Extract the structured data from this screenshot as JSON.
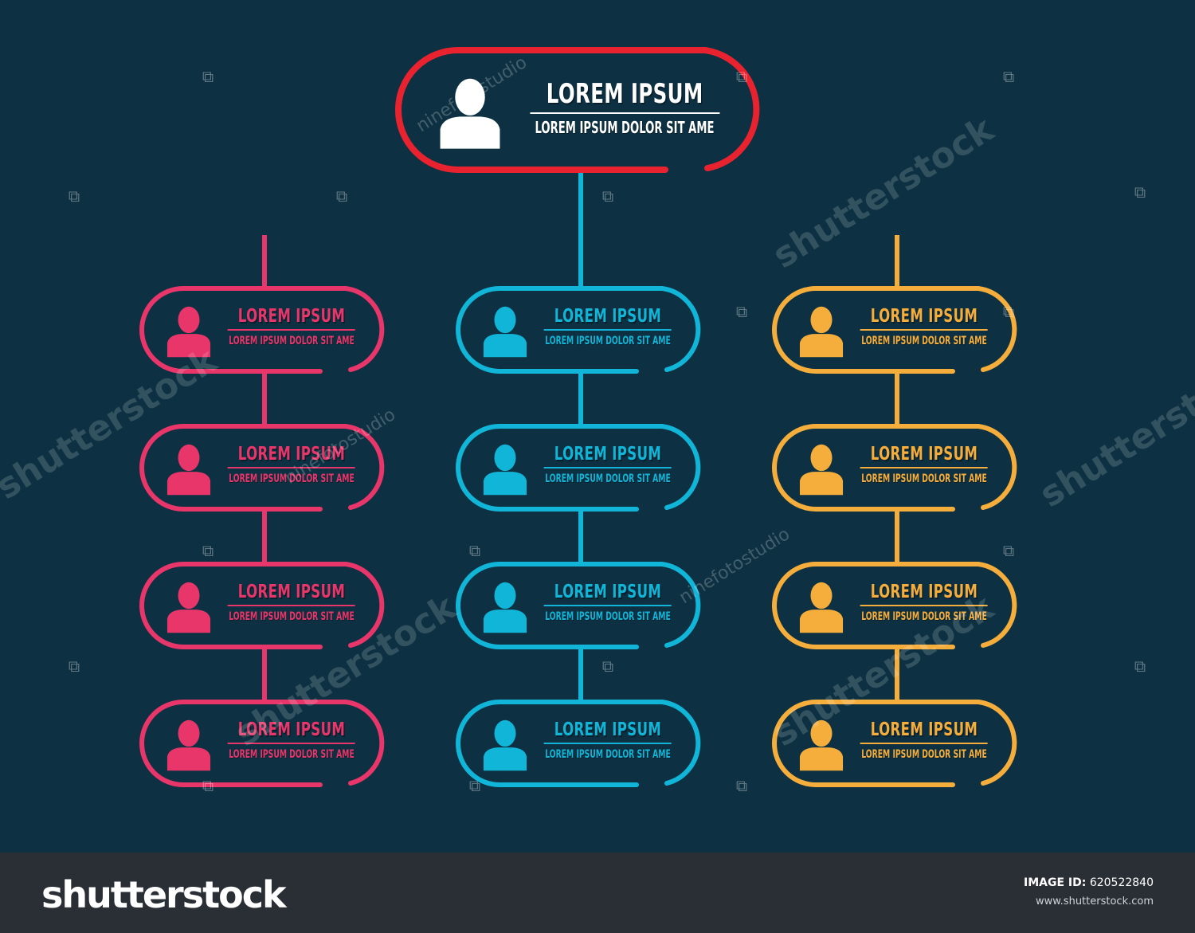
{
  "colors": {
    "background": "#0d3142",
    "root": "#e8232f",
    "pink": "#e8356a",
    "blue": "#10b5d8",
    "orange": "#f5ad3c",
    "footer": "#2a2f36"
  },
  "root": {
    "title": "LOREM IPSUM",
    "subtitle": "LOREM IPSUM DOLOR SIT AME",
    "icon": "person-icon"
  },
  "columns": [
    {
      "color": "pink",
      "nodes": [
        {
          "title": "LOREM IPSUM",
          "subtitle": "LOREM IPSUM DOLOR SIT AME"
        },
        {
          "title": "LOREM IPSUM",
          "subtitle": "LOREM IPSUM DOLOR SIT AME"
        },
        {
          "title": "LOREM IPSUM",
          "subtitle": "LOREM IPSUM DOLOR SIT AME"
        },
        {
          "title": "LOREM IPSUM",
          "subtitle": "LOREM IPSUM DOLOR SIT AME"
        }
      ]
    },
    {
      "color": "blue",
      "nodes": [
        {
          "title": "LOREM IPSUM",
          "subtitle": "LOREM IPSUM DOLOR SIT AME"
        },
        {
          "title": "LOREM IPSUM",
          "subtitle": "LOREM IPSUM DOLOR SIT AME"
        },
        {
          "title": "LOREM IPSUM",
          "subtitle": "LOREM IPSUM DOLOR SIT AME"
        },
        {
          "title": "LOREM IPSUM",
          "subtitle": "LOREM IPSUM DOLOR SIT AME"
        }
      ]
    },
    {
      "color": "orange",
      "nodes": [
        {
          "title": "LOREM IPSUM",
          "subtitle": "LOREM IPSUM DOLOR SIT AME"
        },
        {
          "title": "LOREM IPSUM",
          "subtitle": "LOREM IPSUM DOLOR SIT AME"
        },
        {
          "title": "LOREM IPSUM",
          "subtitle": "LOREM IPSUM DOLOR SIT AME"
        },
        {
          "title": "LOREM IPSUM",
          "subtitle": "LOREM IPSUM DOLOR SIT AME"
        }
      ]
    }
  ],
  "watermark": {
    "brand": "shutterstock",
    "author": "ninefotostudio"
  },
  "footer": {
    "logo": "shutterstock",
    "image_id_label": "IMAGE ID:",
    "image_id": "620522840",
    "url": "www.shutterstock.com"
  }
}
